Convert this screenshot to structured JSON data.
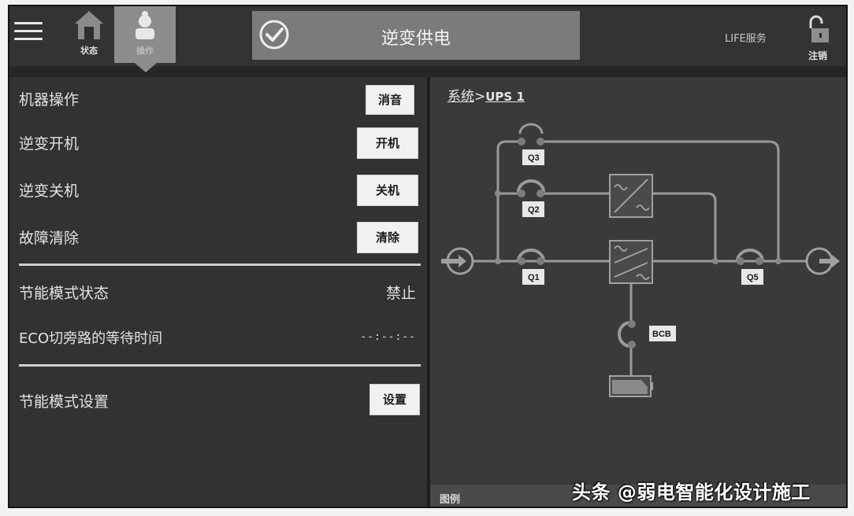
{
  "header": {
    "menu_icon": "hamburger-icon",
    "nav_tabs": [
      {
        "label": "状态",
        "icon": "home-icon",
        "active": false
      },
      {
        "label": "操作",
        "icon": "user-icon",
        "active": true
      }
    ],
    "status_banner": {
      "icon": "check-circle-icon",
      "text": "逆变供电"
    },
    "service_label": "LIFE服务",
    "logout": {
      "label": "注销",
      "icon": "unlock-icon"
    }
  },
  "left_panel": {
    "title": "机器操作",
    "mute_button": "消音",
    "rows": [
      {
        "label": "逆变开机",
        "button": "开机"
      },
      {
        "label": "逆变关机",
        "button": "关机"
      },
      {
        "label": "故障清除",
        "button": "清除"
      }
    ],
    "eco_status": {
      "label": "节能模式状态",
      "value": "禁止"
    },
    "eco_wait": {
      "label": "ECO切旁路的等待时间",
      "value": "--:--:--"
    },
    "eco_setting": {
      "label": "节能模式设置",
      "button": "设置"
    }
  },
  "right_panel": {
    "breadcrumb": {
      "root": "系统",
      "separator": ">",
      "current": "UPS 1"
    },
    "diagram": {
      "breakers": [
        "Q3",
        "Q2",
        "Q1",
        "Q5",
        "BCB"
      ],
      "input_icon": "input-arrow-icon",
      "output_icon": "output-arrow-icon",
      "converters": [
        "static-bypass-converter",
        "rectifier-inverter"
      ],
      "battery_icon": "battery-icon"
    },
    "legend_label": "图例"
  },
  "watermark": "头条 @弱电智能化设计施工",
  "colors": {
    "background": "#2a2a2a",
    "header": "#333333",
    "active_tab": "#8c8c8c",
    "banner": "#7b7b7b",
    "button": "#f1f1f1",
    "line": "#9a9a9a"
  }
}
